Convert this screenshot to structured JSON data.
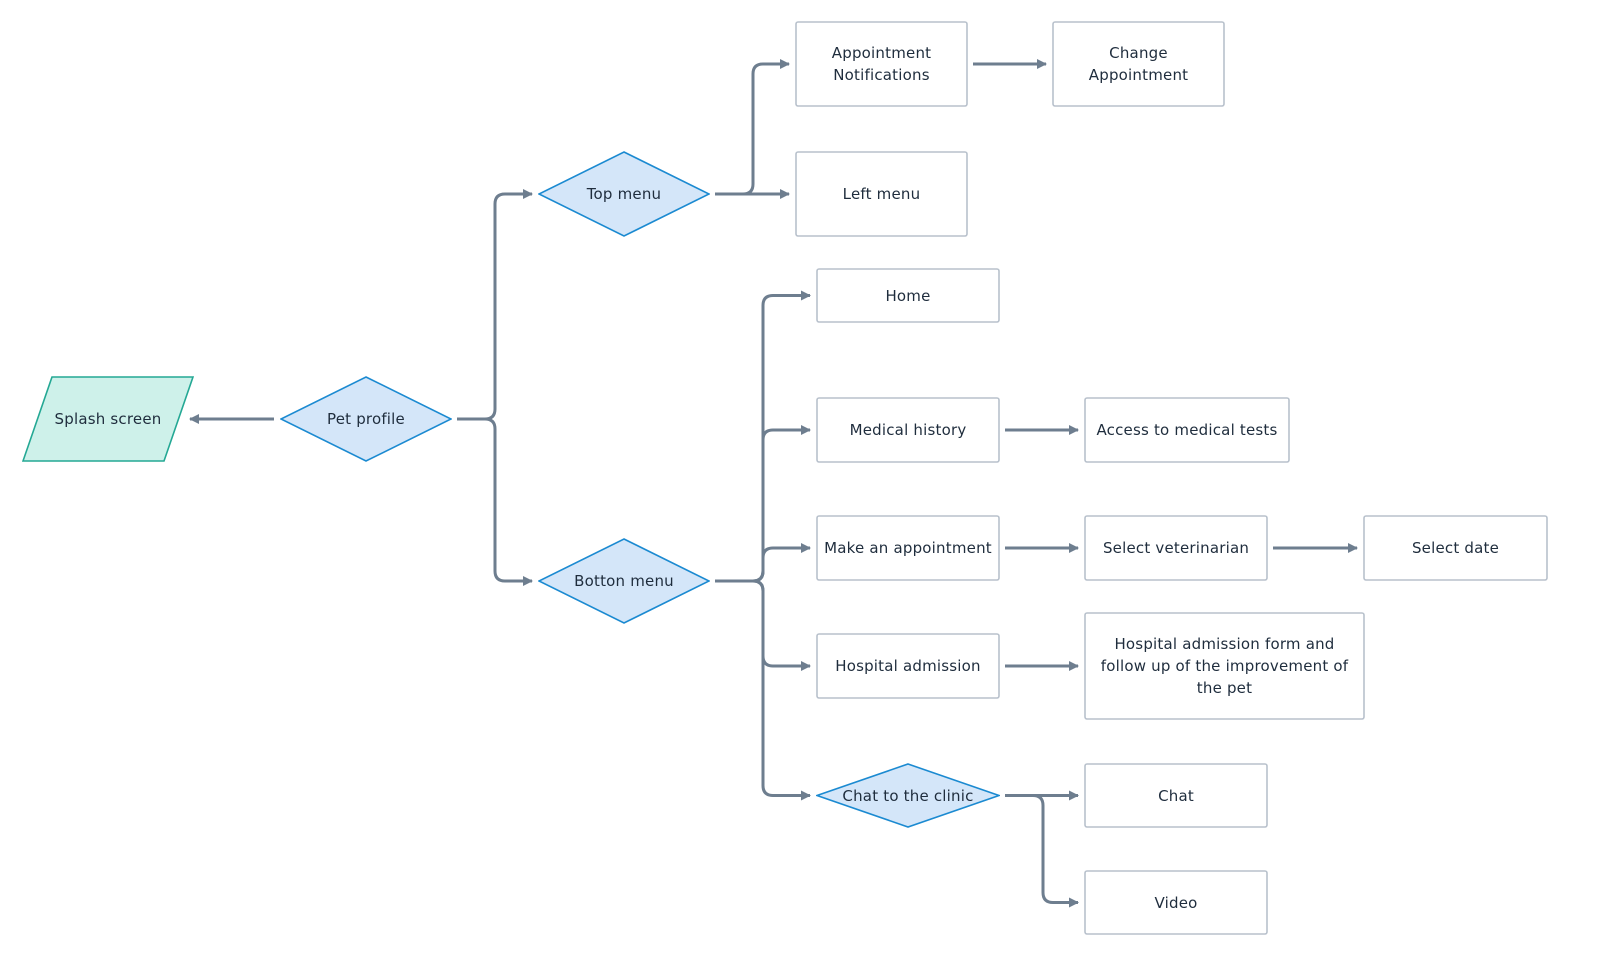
{
  "colors": {
    "process_border": "#b8c1cc",
    "process_fill": "#ffffff",
    "decision_border": "#1b8ad1",
    "decision_fill": "#d4e6f9",
    "io_border": "#24a894",
    "io_fill": "#cef1ea",
    "connector": "#6e7e8f",
    "text": "#1f2d3d"
  },
  "nodes": {
    "splash": {
      "label": "Splash screen",
      "shape": "parallelogram"
    },
    "pet_profile": {
      "label": "Pet profile",
      "shape": "diamond"
    },
    "top_menu": {
      "label": "Top menu",
      "shape": "diamond"
    },
    "bottom_menu": {
      "label": "Botton menu",
      "shape": "diamond"
    },
    "appt_notifications": {
      "label": "Appointment Notifications",
      "shape": "rectangle"
    },
    "change_appt": {
      "label": "Change Appointment",
      "shape": "rectangle"
    },
    "left_menu": {
      "label": "Left menu",
      "shape": "rectangle"
    },
    "home": {
      "label": "Home",
      "shape": "rectangle"
    },
    "medical_history": {
      "label": "Medical history",
      "shape": "rectangle"
    },
    "medical_tests": {
      "label": "Access to medical tests",
      "shape": "rectangle"
    },
    "make_appt": {
      "label": "Make an appointment",
      "shape": "rectangle"
    },
    "select_vet": {
      "label": "Select veterinarian",
      "shape": "rectangle"
    },
    "select_date": {
      "label": "Select date",
      "shape": "rectangle"
    },
    "hospital_admission": {
      "label": "Hospital admission",
      "shape": "rectangle"
    },
    "hospital_form": {
      "label": "Hospital admission form and follow up of the improvement of the pet",
      "shape": "rectangle"
    },
    "chat_clinic": {
      "label": "Chat to the clinic",
      "shape": "diamond"
    },
    "chat": {
      "label": "Chat",
      "shape": "rectangle"
    },
    "video": {
      "label": "Video",
      "shape": "rectangle"
    }
  },
  "edges": [
    [
      "pet_profile",
      "splash"
    ],
    [
      "pet_profile",
      "top_menu"
    ],
    [
      "pet_profile",
      "bottom_menu"
    ],
    [
      "top_menu",
      "appt_notifications"
    ],
    [
      "top_menu",
      "left_menu"
    ],
    [
      "appt_notifications",
      "change_appt"
    ],
    [
      "bottom_menu",
      "home"
    ],
    [
      "bottom_menu",
      "medical_history"
    ],
    [
      "bottom_menu",
      "make_appt"
    ],
    [
      "bottom_menu",
      "hospital_admission"
    ],
    [
      "bottom_menu",
      "chat_clinic"
    ],
    [
      "medical_history",
      "medical_tests"
    ],
    [
      "make_appt",
      "select_vet"
    ],
    [
      "select_vet",
      "select_date"
    ],
    [
      "hospital_admission",
      "hospital_form"
    ],
    [
      "chat_clinic",
      "chat"
    ],
    [
      "chat_clinic",
      "video"
    ]
  ]
}
